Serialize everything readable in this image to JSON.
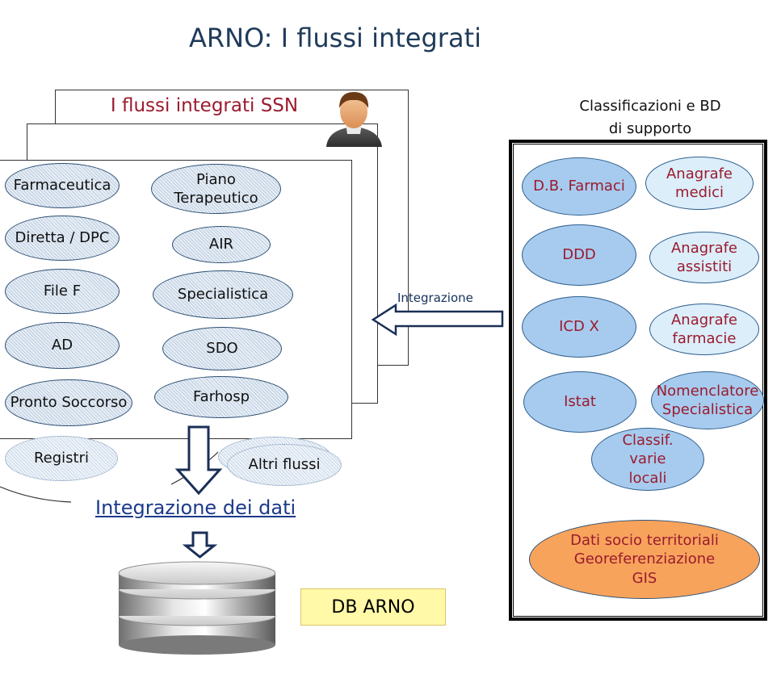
{
  "title": "ARNO: I flussi integrati",
  "stack": {
    "title": "I flussi integrati SSN",
    "user_icon": "person-icon",
    "flows_left": [
      "Farmaceutica",
      "Diretta / DPC",
      "File F",
      "AD",
      "Pronto Soccorso",
      "Registri"
    ],
    "flows_right": [
      "Piano Terapeutico",
      "AIR",
      "Specialistica",
      "SDO",
      "Farhosp",
      "Altri flussi"
    ]
  },
  "integration_arrow_label": "Integrazione",
  "integration_result": "Integrazione dei dati",
  "db_label": "DB ARNO",
  "support": {
    "title_line1": "Classificazioni  e BD",
    "title_line2": "di supporto",
    "items": [
      "D.B. Farmaci",
      "Anagrafe medici",
      "DDD",
      "Anagrafe assistiti",
      "ICD X",
      "Anagrafe farmacie",
      "Istat",
      "Nomenclatore Specialistica",
      "Classif. varie locali",
      "Dati socio territoriali Georeferenziazione GIS"
    ]
  },
  "colors": {
    "title": "#1f3b5a",
    "accent_red": "#9b1b2e",
    "oval_blue": "#a7cbee",
    "oval_orange": "#f7a35c",
    "db_box": "#fff9a8"
  }
}
